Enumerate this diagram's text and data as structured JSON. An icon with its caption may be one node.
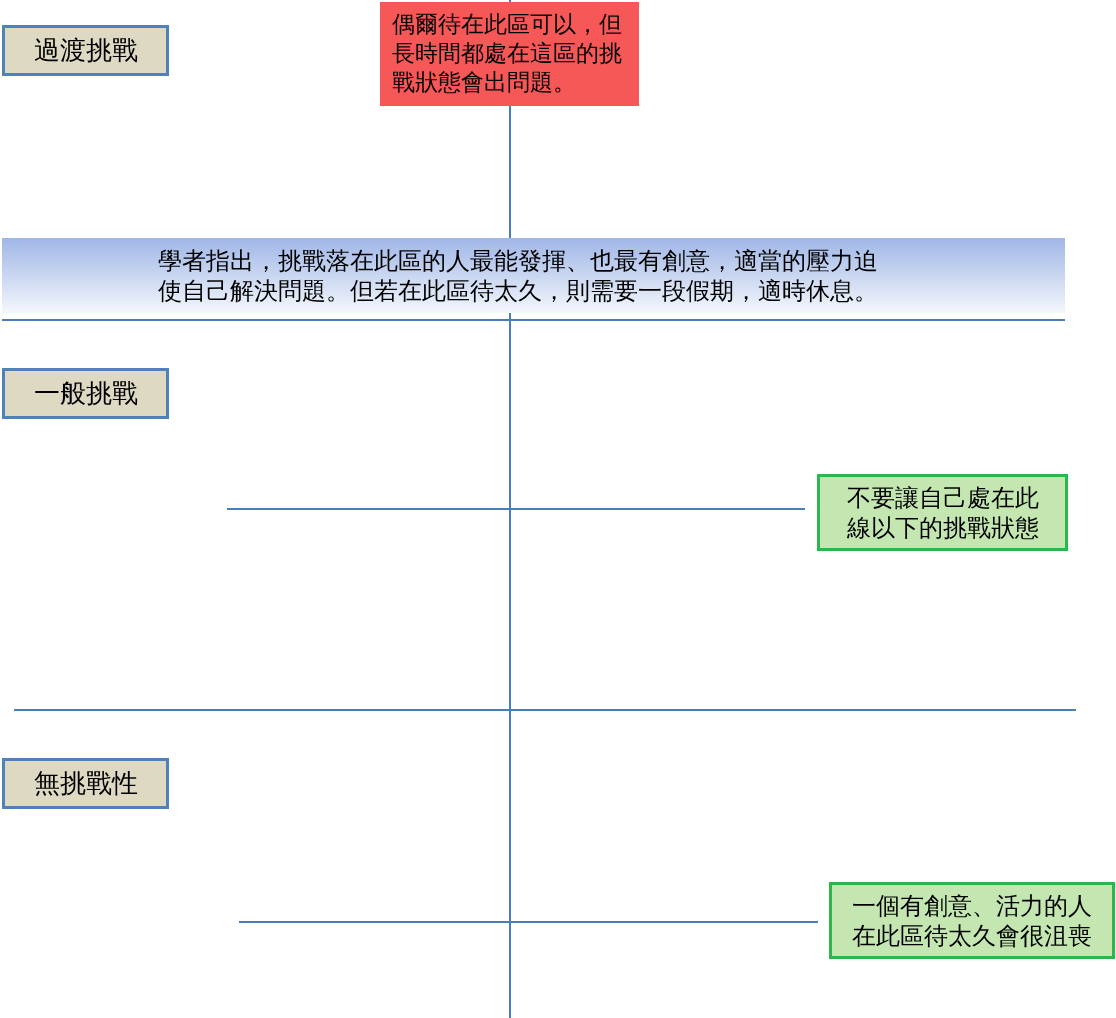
{
  "diagram": {
    "nodes": [
      {
        "text": [
          "過渡挑戰"
        ]
      },
      {
        "text": [
          "偶爾待在此區可以，但長時間都處在這區的挑戰狀態會出問題。"
        ]
      },
      {
        "text": [
          "學者指出，挑戰落在此區的人最能發揮、也最有創意，適當的壓力迫使自己解決問題。但若在此區待太久，則需要一段假期，適時休息。"
        ]
      },
      {
        "text": [
          "一般挑戰"
        ]
      },
      {
        "text": [
          "不要讓自己處在此線以下的挑戰狀態"
        ]
      },
      {
        "text": [
          "無挑戰性"
        ]
      },
      {
        "text": [
          "一個有創意、活力的人在此區待太久會很沮喪"
        ]
      }
    ]
  }
}
